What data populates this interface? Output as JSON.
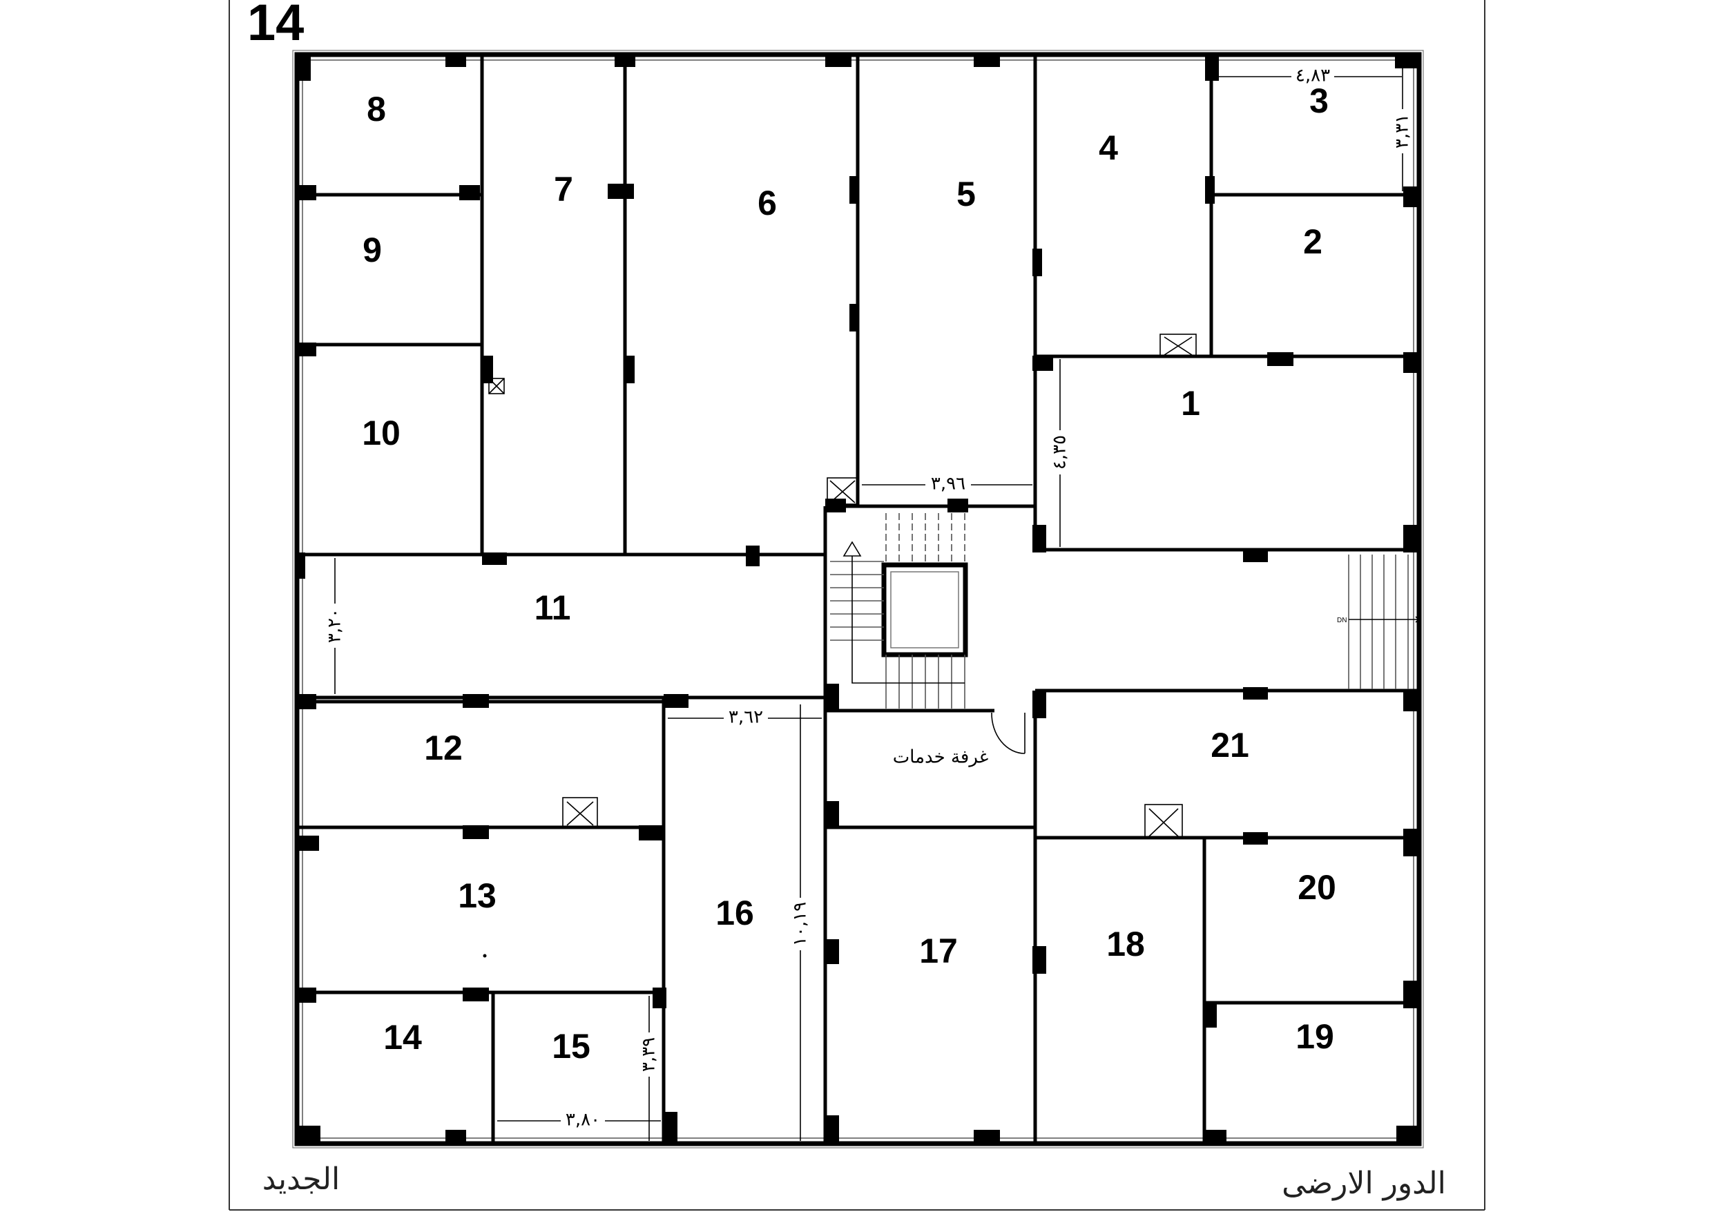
{
  "sheet": {
    "page_number": "14",
    "footer_left": "الجديد",
    "footer_right": "الدور الارضى"
  },
  "rooms": [
    {
      "id": "1",
      "label": "1"
    },
    {
      "id": "2",
      "label": "2"
    },
    {
      "id": "3",
      "label": "3"
    },
    {
      "id": "4",
      "label": "4"
    },
    {
      "id": "5",
      "label": "5"
    },
    {
      "id": "6",
      "label": "6"
    },
    {
      "id": "7",
      "label": "7"
    },
    {
      "id": "8",
      "label": "8"
    },
    {
      "id": "9",
      "label": "9"
    },
    {
      "id": "10",
      "label": "10"
    },
    {
      "id": "11",
      "label": "11"
    },
    {
      "id": "12",
      "label": "12"
    },
    {
      "id": "13",
      "label": "13"
    },
    {
      "id": "14",
      "label": "14"
    },
    {
      "id": "15",
      "label": "15"
    },
    {
      "id": "16",
      "label": "16"
    },
    {
      "id": "17",
      "label": "17"
    },
    {
      "id": "18",
      "label": "18"
    },
    {
      "id": "19",
      "label": "19"
    },
    {
      "id": "20",
      "label": "20"
    },
    {
      "id": "21",
      "label": "21"
    }
  ],
  "service_room": {
    "label": "غرفة خدمات"
  },
  "dimensions": {
    "room3_width": "٤,٨٣",
    "room3_height": "٣,٣١",
    "room5_width": "٣,٩٦",
    "room1_height": "٤,٣٥",
    "room11_height": "٣,٢٠",
    "room16_width": "٣,٦٢",
    "room16_length": "١٠,١٩",
    "room15_height": "٣,٣٩",
    "room15_width": "٣,٨٠"
  },
  "stairs": {
    "direction_label": "DN"
  }
}
